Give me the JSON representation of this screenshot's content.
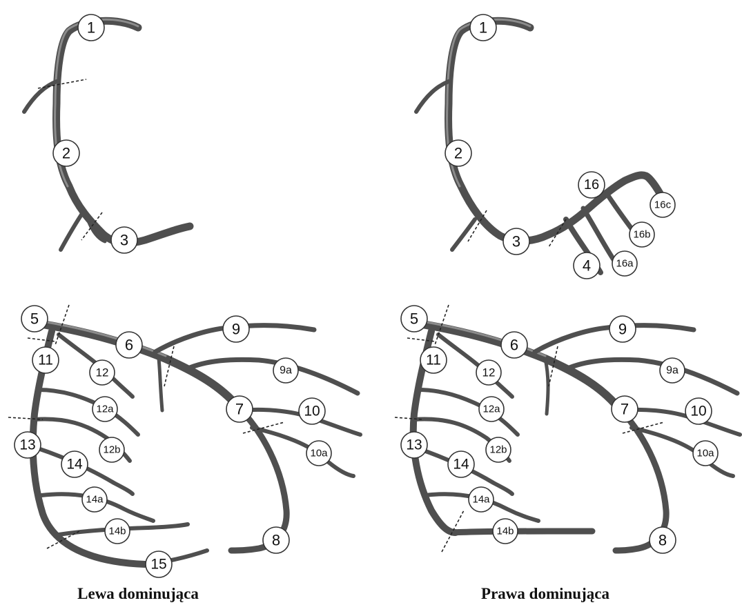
{
  "panels": {
    "top_left": {
      "labels": {
        "s1": "1",
        "s2": "2",
        "s3": "3"
      }
    },
    "top_right": {
      "labels": {
        "s1": "1",
        "s2": "2",
        "s3": "3",
        "s4": "4",
        "s16": "16",
        "s16a": "16a",
        "s16b": "16b",
        "s16c": "16c"
      }
    },
    "bottom_left": {
      "labels": {
        "s5": "5",
        "s6": "6",
        "s7": "7",
        "s8": "8",
        "s9": "9",
        "s9a": "9a",
        "s10": "10",
        "s10a": "10a",
        "s11": "11",
        "s12": "12",
        "s12a": "12a",
        "s12b": "12b",
        "s13": "13",
        "s14": "14",
        "s14a": "14a",
        "s14b": "14b",
        "s15": "15"
      },
      "caption": "Lewa dominująca"
    },
    "bottom_right": {
      "labels": {
        "s5": "5",
        "s6": "6",
        "s7": "7",
        "s8": "8",
        "s9": "9",
        "s9a": "9a",
        "s10": "10",
        "s10a": "10a",
        "s11": "11",
        "s12": "12",
        "s12a": "12a",
        "s12b": "12b",
        "s13": "13",
        "s14": "14",
        "s14a": "14a",
        "s14b": "14b"
      },
      "caption": "Prawa dominująca"
    }
  },
  "colors": {
    "vessel": "#4f4f4f",
    "vessel_highlight": "#8c8c8c",
    "background": "#ffffff"
  }
}
